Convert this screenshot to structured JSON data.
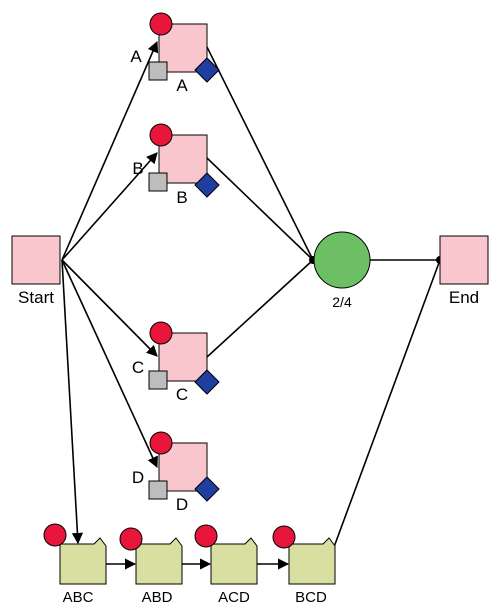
{
  "nodes": {
    "start": "Start",
    "end": "End",
    "join": "2/4"
  },
  "tasks": [
    {
      "edge_label": "A",
      "name": "A"
    },
    {
      "edge_label": "B",
      "name": "B"
    },
    {
      "edge_label": "C",
      "name": "C"
    },
    {
      "edge_label": "D",
      "name": "D"
    }
  ],
  "combos": [
    "ABC",
    "ABD",
    "ACD",
    "BCD"
  ],
  "colors": {
    "task_fill": "#f8c6cc",
    "combo_fill": "#d9dfa0",
    "join_fill": "#6cbf63",
    "marker_red": "#e8163a",
    "marker_blue": "#1f3ea0",
    "marker_gray": "#bdbdbd",
    "stroke": "#000000"
  }
}
